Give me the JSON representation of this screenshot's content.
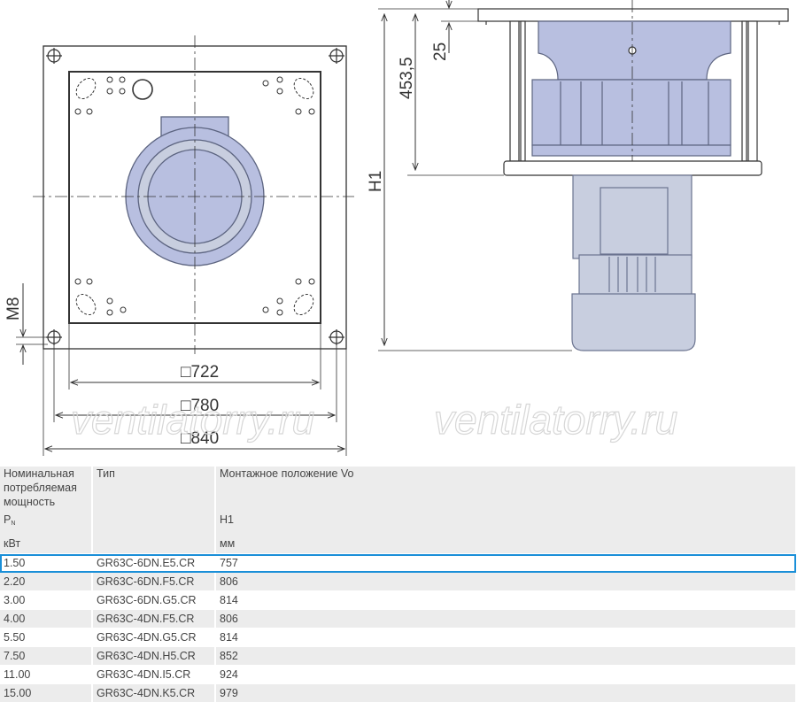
{
  "drawing": {
    "dimensions": {
      "d722": "□722",
      "d780": "□780",
      "d840": "□840",
      "m8": "M8",
      "d25": "25",
      "d453": "453,5",
      "h1": "H1"
    },
    "watermark": "ventilatorry.ru",
    "colors": {
      "line": "#333333",
      "fan_fill": "#b8bfe0",
      "fan_stroke": "#5c6480",
      "motor_fill": "#c8cedf"
    }
  },
  "table": {
    "headers": {
      "power": "Номинальная потребляемая мощность",
      "type": "Тип",
      "mounting": "Монтажное положение Vo"
    },
    "symbols": {
      "power_symbol": "P",
      "power_sub": "N",
      "h1": "H1"
    },
    "units": {
      "power": "кВт",
      "h1": "мм"
    },
    "rows": [
      {
        "power": "1.50",
        "type": "GR63C-6DN.E5.CR",
        "h1": "757"
      },
      {
        "power": "2.20",
        "type": "GR63C-6DN.F5.CR",
        "h1": "806"
      },
      {
        "power": "3.00",
        "type": "GR63C-6DN.G5.CR",
        "h1": "814"
      },
      {
        "power": "4.00",
        "type": "GR63C-4DN.F5.CR",
        "h1": "806"
      },
      {
        "power": "5.50",
        "type": "GR63C-4DN.G5.CR",
        "h1": "814"
      },
      {
        "power": "7.50",
        "type": "GR63C-4DN.H5.CR",
        "h1": "852"
      },
      {
        "power": "11.00",
        "type": "GR63C-4DN.I5.CR",
        "h1": "924"
      },
      {
        "power": "15.00",
        "type": "GR63C-4DN.K5.CR",
        "h1": "979"
      }
    ]
  }
}
